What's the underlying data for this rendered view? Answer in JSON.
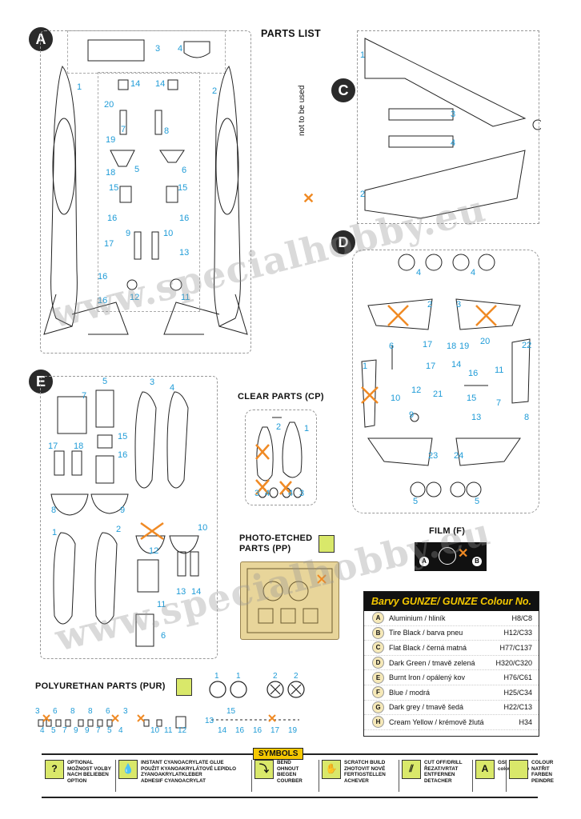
{
  "sections": {
    "a": "A",
    "c": "C",
    "d": "D",
    "e": "E"
  },
  "titles": {
    "parts_list": "PARTS LIST",
    "clear_parts": "CLEAR PARTS (CP)",
    "photo_etched": "PHOTO-ETCHED PARTS (PP)",
    "film": "FILM (F)",
    "polyurethan": "POLYURETHAN PARTS (PUR)",
    "not_used": "not to be used"
  },
  "watermark": "www.specialhobby.eu",
  "sprue_a_numbers": [
    "1",
    "2",
    "3",
    "4",
    "14",
    "14",
    "20",
    "7",
    "8",
    "19",
    "18",
    "5",
    "6",
    "15",
    "15",
    "16",
    "16",
    "17",
    "9",
    "10",
    "13",
    "16",
    "16",
    "12",
    "11"
  ],
  "sprue_c_numbers": [
    "1",
    "2",
    "3",
    "4"
  ],
  "sprue_d_numbers": [
    "4",
    "4",
    "2",
    "3",
    "6",
    "17",
    "18",
    "19",
    "20",
    "22",
    "14",
    "16",
    "11",
    "1",
    "10",
    "12",
    "21",
    "15",
    "7",
    "13",
    "17",
    "9",
    "8",
    "23",
    "24",
    "5",
    "5"
  ],
  "sprue_e_numbers": [
    "5",
    "3",
    "4",
    "7",
    "17",
    "18",
    "15",
    "16",
    "8",
    "9",
    "1",
    "2",
    "10",
    "12",
    "11",
    "13",
    "14",
    "6"
  ],
  "clear_numbers": [
    "2",
    "1",
    "3",
    "4",
    "4",
    "3"
  ],
  "film_labels": [
    "A",
    "B"
  ],
  "pur_numbers_top": [
    "1",
    "1",
    "2",
    "2"
  ],
  "pur_numbers_row1_top": [
    "3",
    "6",
    "8",
    "8",
    "6",
    "3"
  ],
  "pur_numbers_row1_bottom": [
    "4",
    "5",
    "7",
    "9",
    "9",
    "7",
    "5",
    "4"
  ],
  "pur_numbers_row2": [
    "10",
    "11",
    "12"
  ],
  "pur_numbers_row3_top": [
    "15",
    "13"
  ],
  "pur_numbers_row3_bottom": [
    "14",
    "16",
    "16",
    "17",
    "19"
  ],
  "colour_table": {
    "title": "Barvy GUNZE/ GUNZE Colour No.",
    "rows": [
      {
        "letter": "A",
        "name": "Aluminium / hliník",
        "code": "H8/C8"
      },
      {
        "letter": "B",
        "name": "Tire Black / barva pneu",
        "code": "H12/C33"
      },
      {
        "letter": "C",
        "name": "Flat Black / černá matná",
        "code": "H77/C137"
      },
      {
        "letter": "D",
        "name": "Dark Green / tmavě zelená",
        "code": "H320/C320"
      },
      {
        "letter": "E",
        "name": "Burnt Iron / opálený kov",
        "code": "H76/C61"
      },
      {
        "letter": "F",
        "name": "Blue / modrá",
        "code": "H25/C34"
      },
      {
        "letter": "G",
        "name": "Dark grey / tmavě šedá",
        "code": "H22/C13"
      },
      {
        "letter": "H",
        "name": "Cream Yellow / krémově žlutá",
        "code": "H34"
      }
    ]
  },
  "symbols": {
    "title": "SYMBOLS",
    "items": [
      {
        "icon": "question-icon",
        "glyph": "?",
        "text": "OPTIONAL\nMOŽNOST VOLBY\nNACH BELIEBEN\nOPTION"
      },
      {
        "icon": "drop-icon",
        "glyph": "💧",
        "text": "INSTANT CYANOACRYLATE GLUE\nPOUŽIT KYANOAKRYLÁTOVÉ LEPIDLO\nZYANOAKRYLATKLEBER\nADHESIF CYANOACRYLAT"
      },
      {
        "icon": "bend-icon",
        "glyph": "⤵",
        "text": "BEND\nOHNOUT\nBIEGEN\nCOURBER"
      },
      {
        "icon": "scratch-icon",
        "glyph": "✋",
        "text": "SCRATCH BUILD\nZHOTOVIT NOVÉ\nFERTIGSTELLEN\nACHEVER"
      },
      {
        "icon": "cut-icon",
        "glyph": "⫽",
        "text": "CUT OFF/DRILL\nŘEZAT/VRTAT\nENTFERNEN\nDETACHER"
      },
      {
        "icon": "gsi-icon",
        "glyph": "A",
        "text": "GSI\ncolours code"
      },
      {
        "icon": "colour-icon",
        "glyph": "",
        "text": "COLOUR\nNATŘIT\nFARBEN\nPEINDRE"
      }
    ]
  }
}
